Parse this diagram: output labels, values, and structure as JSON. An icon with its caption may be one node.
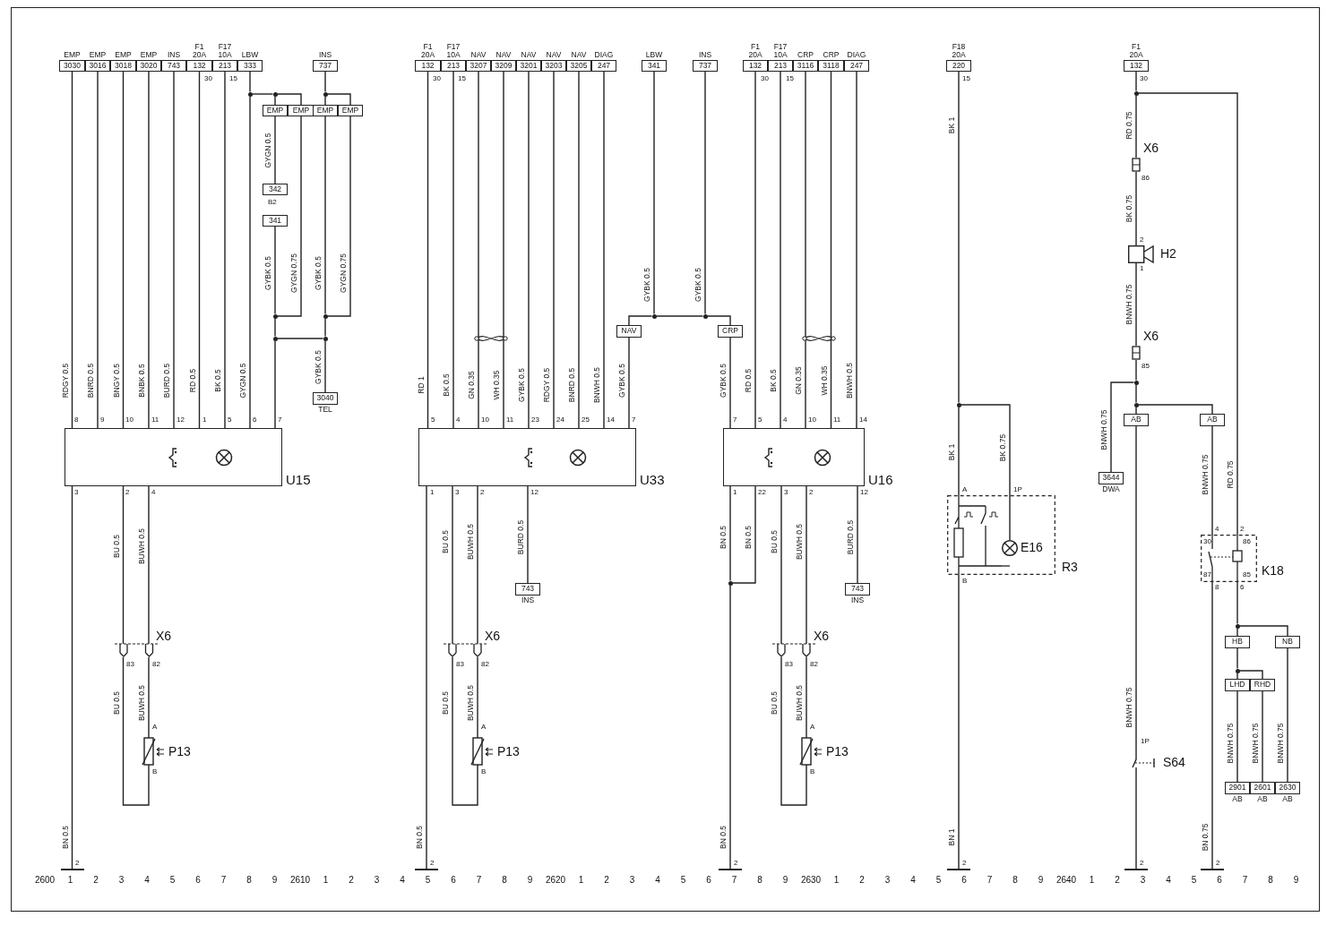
{
  "diagram": {
    "nodes": [
      {
        "text": [
          "EMP",
          "3030"
        ]
      },
      {
        "text": [
          "EMP",
          "3016"
        ]
      },
      {
        "text": [
          "EMP",
          "3018"
        ]
      },
      {
        "text": [
          "EMP",
          "3020"
        ]
      },
      {
        "text": [
          "INS",
          "743"
        ]
      },
      {
        "text": [
          "F1 20A",
          "132"
        ]
      },
      {
        "text": [
          "F17 10A",
          "213"
        ]
      },
      {
        "text": [
          "LBW",
          "333"
        ]
      },
      {
        "text": [
          "INS",
          "737"
        ]
      },
      {
        "text": [],
        "shape": "circle"
      },
      {
        "text": [],
        "shape": "circle"
      },
      {
        "text": [],
        "shape": "circle"
      },
      {
        "text": [
          "EMP"
        ]
      },
      {
        "text": [
          "EMP"
        ]
      },
      {
        "text": [
          "EMP"
        ]
      },
      {
        "text": [
          "EMP"
        ]
      },
      {
        "text": [
          "342"
        ]
      },
      {
        "text": [
          "341"
        ]
      },
      {
        "text": [],
        "shape": "circle"
      },
      {
        "text": [],
        "shape": "circle"
      },
      {
        "text": [],
        "shape": "circle"
      },
      {
        "text": [],
        "shape": "circle"
      },
      {
        "text": [
          "3040",
          "TEL"
        ]
      },
      {
        "text": [
          "U15"
        ]
      },
      {
        "text": [
          "X6"
        ]
      },
      {
        "text": [
          "P13"
        ]
      },
      {
        "text": [],
        "shape": "bar"
      },
      {
        "text": [
          "F1 20A",
          "132"
        ]
      },
      {
        "text": [
          "F17 10A",
          "213"
        ]
      },
      {
        "text": [
          "NAV",
          "3207"
        ]
      },
      {
        "text": [
          "NAV",
          "3209"
        ]
      },
      {
        "text": [
          "NAV",
          "3201"
        ]
      },
      {
        "text": [
          "NAV",
          "3203"
        ]
      },
      {
        "text": [
          "NAV",
          "3205"
        ]
      },
      {
        "text": [
          "DIAG",
          "247"
        ]
      },
      {
        "text": [
          "LBW",
          "341"
        ]
      },
      {
        "text": [
          "INS",
          "737"
        ]
      },
      {
        "text": [],
        "shape": "circle"
      },
      {
        "text": [],
        "shape": "circle"
      },
      {
        "text": [
          "NAV"
        ]
      },
      {
        "text": [
          "CRP"
        ]
      },
      {
        "text": [
          "U33"
        ]
      },
      {
        "text": [
          "X6"
        ]
      },
      {
        "text": [
          "P13"
        ]
      },
      {
        "text": [
          "743",
          "INS"
        ]
      },
      {
        "text": [],
        "shape": "bar"
      },
      {
        "text": [
          "F1 20A",
          "132"
        ]
      },
      {
        "text": [
          "F17 10A",
          "213"
        ]
      },
      {
        "text": [
          "CRP",
          "3116"
        ]
      },
      {
        "text": [
          "CRP",
          "3118"
        ]
      },
      {
        "text": [
          "DIAG",
          "247"
        ]
      },
      {
        "text": [
          "U16"
        ]
      },
      {
        "text": [],
        "shape": "circle"
      },
      {
        "text": [
          "X6"
        ]
      },
      {
        "text": [
          "P13"
        ]
      },
      {
        "text": [
          "743",
          "INS"
        ]
      },
      {
        "text": [],
        "shape": "bar"
      },
      {
        "text": [
          "F18 20A",
          "220"
        ]
      },
      {
        "text": [],
        "shape": "circle"
      },
      {
        "text": [
          "R3"
        ]
      },
      {
        "text": [
          "E16"
        ],
        "in": 59
      },
      {
        "text": [],
        "shape": "bar"
      },
      {
        "text": [
          "F1 20A",
          "132"
        ]
      },
      {
        "text": [],
        "shape": "circle"
      },
      {
        "text": [
          "X6"
        ]
      },
      {
        "text": [
          "H2"
        ]
      },
      {
        "text": [
          "X6"
        ]
      },
      {
        "text": [],
        "shape": "circle"
      },
      {
        "text": [],
        "shape": "circle"
      },
      {
        "text": [
          "3644",
          "DWA"
        ]
      },
      {
        "text": [
          "AB"
        ]
      },
      {
        "text": [
          "AB"
        ]
      },
      {
        "text": [
          "S64"
        ]
      },
      {
        "text": [
          "K18"
        ]
      },
      {
        "text": [],
        "shape": "circle"
      },
      {
        "text": [
          "HB"
        ]
      },
      {
        "text": [
          "NB"
        ]
      },
      {
        "text": [],
        "shape": "circle"
      },
      {
        "text": [
          "LHD"
        ]
      },
      {
        "text": [
          "RHD"
        ]
      },
      {
        "text": [
          "2901",
          "AB"
        ]
      },
      {
        "text": [
          "2601",
          "AB"
        ]
      },
      {
        "text": [
          "2630",
          "AB"
        ]
      },
      {
        "text": [],
        "shape": "bar"
      },
      {
        "text": [],
        "shape": "bar"
      }
    ],
    "edges": [
      {
        "from": 0,
        "to": 23,
        "arrow": "none",
        "label": "RDGY 0.5"
      },
      {
        "from": 1,
        "to": 23,
        "arrow": "none",
        "label": "BNRD 0.5"
      },
      {
        "from": 2,
        "to": 23,
        "arrow": "none",
        "label": "BNGY 0.5"
      },
      {
        "from": 3,
        "to": 23,
        "arrow": "none",
        "label": "BNBK 0.5"
      },
      {
        "from": 4,
        "to": 23,
        "arrow": "none",
        "label": "BURD 0.5"
      },
      {
        "from": 5,
        "to": 23,
        "arrow": "none",
        "label": "RD 0.5"
      },
      {
        "from": 6,
        "to": 23,
        "arrow": "none",
        "label": "BK 0.5"
      },
      {
        "from": 7,
        "to": 9,
        "arrow": "none"
      },
      {
        "from": 9,
        "to": 23,
        "arrow": "none",
        "label": "GYGN 0.5"
      },
      {
        "from": 9,
        "to": 10,
        "arrow": "none"
      },
      {
        "from": 10,
        "to": 12,
        "arrow": "none"
      },
      {
        "from": 10,
        "to": 13,
        "arrow": "none"
      },
      {
        "from": 8,
        "to": 11,
        "arrow": "none"
      },
      {
        "from": 11,
        "to": 14,
        "arrow": "none"
      },
      {
        "from": 11,
        "to": 15,
        "arrow": "none"
      },
      {
        "from": 12,
        "to": 16,
        "arrow": "none",
        "label": "GYGN 0.5"
      },
      {
        "from": 17,
        "to": 18,
        "arrow": "none",
        "label": "GYBK 0.5"
      },
      {
        "from": 13,
        "to": 18,
        "arrow": "none",
        "label": "GYGN 0.75"
      },
      {
        "from": 14,
        "to": 19,
        "arrow": "none",
        "label": "GYBK 0.5"
      },
      {
        "from": 15,
        "to": 19,
        "arrow": "none",
        "label": "GYGN 0.75"
      },
      {
        "from": 18,
        "to": 20,
        "arrow": "none"
      },
      {
        "from": 19,
        "to": 21,
        "arrow": "none"
      },
      {
        "from": 20,
        "to": 21,
        "arrow": "none"
      },
      {
        "from": 20,
        "to": 23,
        "arrow": "none"
      },
      {
        "from": 21,
        "to": 22,
        "arrow": "none",
        "label": "GYBK 0.5"
      },
      {
        "from": 23,
        "to": 24,
        "arrow": "none",
        "label": "BU 0.5"
      },
      {
        "from": 23,
        "to": 24,
        "arrow": "none",
        "label": "BUWH 0.5"
      },
      {
        "from": 24,
        "to": 25,
        "arrow": "none",
        "label": "BUWH 0.5"
      },
      {
        "from": 24,
        "to": 25,
        "arrow": "none",
        "label": "BU 0.5"
      },
      {
        "from": 23,
        "to": 26,
        "arrow": "none",
        "label": "BN 0.5"
      },
      {
        "from": 27,
        "to": 41,
        "arrow": "none",
        "label": "RD 1"
      },
      {
        "from": 28,
        "to": 41,
        "arrow": "none",
        "label": "BK 0.5"
      },
      {
        "from": 29,
        "to": 41,
        "arrow": "none",
        "label": "GN 0.35"
      },
      {
        "from": 30,
        "to": 41,
        "arrow": "none",
        "label": "WH 0.35"
      },
      {
        "from": 31,
        "to": 41,
        "arrow": "none",
        "label": "GYBK 0.5"
      },
      {
        "from": 32,
        "to": 41,
        "arrow": "none",
        "label": "RDGY 0.5"
      },
      {
        "from": 33,
        "to": 41,
        "arrow": "none",
        "label": "BNRD 0.5"
      },
      {
        "from": 34,
        "to": 41,
        "arrow": "none",
        "label": "BNWH 0.5"
      },
      {
        "from": 35,
        "to": 37,
        "arrow": "none",
        "label": "GYBK 0.5"
      },
      {
        "from": 36,
        "to": 38,
        "arrow": "none",
        "label": "GYBK 0.5"
      },
      {
        "from": 37,
        "to": 39,
        "arrow": "none"
      },
      {
        "from": 37,
        "to": 38,
        "arrow": "none"
      },
      {
        "from": 38,
        "to": 40,
        "arrow": "none"
      },
      {
        "from": 39,
        "to": 41,
        "arrow": "none",
        "label": "GYBK 0.5"
      },
      {
        "from": 41,
        "to": 42,
        "arrow": "none",
        "label": "BU 0.5"
      },
      {
        "from": 41,
        "to": 42,
        "arrow": "none",
        "label": "BUWH 0.5"
      },
      {
        "from": 42,
        "to": 43,
        "arrow": "none",
        "label": "BUWH 0.5"
      },
      {
        "from": 42,
        "to": 43,
        "arrow": "none",
        "label": "BU 0.5"
      },
      {
        "from": 41,
        "to": 44,
        "arrow": "none",
        "label": "BURD 0.5"
      },
      {
        "from": 41,
        "to": 45,
        "arrow": "none",
        "label": "BN 0.5"
      },
      {
        "from": 40,
        "to": 51,
        "arrow": "none",
        "label": "GYBK 0.5"
      },
      {
        "from": 46,
        "to": 51,
        "arrow": "none",
        "label": "RD 0.5"
      },
      {
        "from": 47,
        "to": 51,
        "arrow": "none",
        "label": "BK 0.5"
      },
      {
        "from": 48,
        "to": 51,
        "arrow": "none",
        "label": "GN 0.35"
      },
      {
        "from": 49,
        "to": 51,
        "arrow": "none",
        "label": "WH 0.35"
      },
      {
        "from": 50,
        "to": 51,
        "arrow": "none",
        "label": "BNWH 0.5"
      },
      {
        "from": 51,
        "to": 52,
        "arrow": "none",
        "label": "BN 0.5"
      },
      {
        "from": 51,
        "to": 52,
        "arrow": "none",
        "label": "BN 0.5"
      },
      {
        "from": 52,
        "to": 56,
        "arrow": "none",
        "label": "BN 0.5"
      },
      {
        "from": 51,
        "to": 53,
        "arrow": "none",
        "label": "BU 0.5"
      },
      {
        "from": 51,
        "to": 53,
        "arrow": "none",
        "label": "BUWH 0.5"
      },
      {
        "from": 53,
        "to": 54,
        "arrow": "none",
        "label": "BUWH 0.5"
      },
      {
        "from": 53,
        "to": 54,
        "arrow": "none",
        "label": "BU 0.5"
      },
      {
        "from": 51,
        "to": 55,
        "arrow": "none",
        "label": "BURD 0.5"
      },
      {
        "from": 57,
        "to": 58,
        "arrow": "none",
        "label": "BK 1"
      },
      {
        "from": 58,
        "to": 59,
        "arrow": "none",
        "label": "BK 1"
      },
      {
        "from": 58,
        "to": 60,
        "arrow": "none",
        "label": "BK 0.75"
      },
      {
        "from": 59,
        "to": 61,
        "arrow": "none",
        "label": "BN 1"
      },
      {
        "from": 62,
        "to": 63,
        "arrow": "none"
      },
      {
        "from": 63,
        "to": 64,
        "arrow": "none",
        "label": "RD 0.75"
      },
      {
        "from": 64,
        "to": 65,
        "arrow": "none",
        "label": "BK 0.75"
      },
      {
        "from": 65,
        "to": 66,
        "arrow": "none",
        "label": "BNWH 0.75"
      },
      {
        "from": 66,
        "to": 67,
        "arrow": "none"
      },
      {
        "from": 67,
        "to": 69,
        "arrow": "none",
        "label": "BNWH 0.75"
      },
      {
        "from": 67,
        "to": 68,
        "arrow": "none"
      },
      {
        "from": 68,
        "to": 70,
        "arrow": "none"
      },
      {
        "from": 68,
        "to": 71,
        "arrow": "none"
      },
      {
        "from": 70,
        "to": 72,
        "arrow": "none",
        "label": "BNWH 0.75"
      },
      {
        "from": 72,
        "to": 83,
        "arrow": "none"
      },
      {
        "from": 71,
        "to": 73,
        "arrow": "none",
        "label": "BNWH 0.75"
      },
      {
        "from": 63,
        "to": 73,
        "arrow": "none",
        "label": "RD 0.75"
      },
      {
        "from": 73,
        "to": 84,
        "arrow": "none",
        "label": "BN 0.75"
      },
      {
        "from": 73,
        "to": 74,
        "arrow": "none"
      },
      {
        "from": 74,
        "to": 75,
        "arrow": "none"
      },
      {
        "from": 74,
        "to": 76,
        "arrow": "none"
      },
      {
        "from": 75,
        "to": 77,
        "arrow": "none"
      },
      {
        "from": 77,
        "to": 78,
        "arrow": "none"
      },
      {
        "from": 77,
        "to": 79,
        "arrow": "none"
      },
      {
        "from": 78,
        "to": 80,
        "arrow": "none",
        "label": "BNWH 0.75"
      },
      {
        "from": 79,
        "to": 81,
        "arrow": "none",
        "label": "BNWH 0.75"
      },
      {
        "from": 76,
        "to": 82,
        "arrow": "none",
        "label": "BNWH 0.75"
      }
    ],
    "labels": [
      "30",
      "15",
      "B2",
      "8",
      "9",
      "10",
      "11",
      "12",
      "1",
      "5",
      "6",
      "7",
      "3",
      "2",
      "4",
      "83",
      "82",
      "A",
      "B",
      "2",
      "30",
      "15",
      "5",
      "4",
      "10",
      "11",
      "23",
      "24",
      "25",
      "14",
      "7",
      "1",
      "3",
      "2",
      "12",
      "83",
      "82",
      "A",
      "B",
      "2",
      "30",
      "15",
      "7",
      "5",
      "4",
      "10",
      "11",
      "14",
      "1",
      "22",
      "3",
      "2",
      "12",
      "83",
      "82",
      "A",
      "B",
      "2",
      "15",
      "A",
      "1P",
      "B",
      "2",
      "30",
      "86",
      "2",
      "1",
      "85",
      "4",
      "2",
      "30",
      "86",
      "87",
      "85",
      "8",
      "6",
      "1P",
      "2",
      "2",
      "2600",
      "1",
      "2",
      "3",
      "4",
      "5",
      "6",
      "7",
      "8",
      "9",
      "2610",
      "1",
      "2",
      "3",
      "4",
      "5",
      "6",
      "7",
      "8",
      "9",
      "2620",
      "1",
      "2",
      "3",
      "4",
      "5",
      "6",
      "7",
      "8",
      "9",
      "2630",
      "1",
      "2",
      "3",
      "4",
      "5",
      "6",
      "7",
      "8",
      "9",
      "2640",
      "1",
      "2",
      "3",
      "4",
      "5",
      "6",
      "7",
      "8",
      "9"
    ]
  }
}
